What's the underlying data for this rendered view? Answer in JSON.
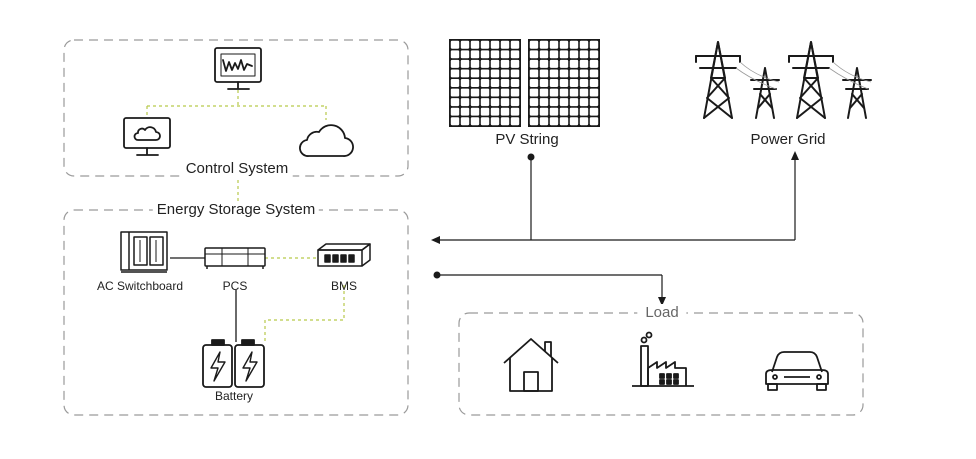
{
  "control_system": {
    "title": "Control System"
  },
  "energy_storage_system": {
    "title": "Energy Storage System",
    "ac_switchboard_label": "AC Switchboard",
    "pcs_label": "PCS",
    "bms_label": "BMS",
    "battery_label": "Battery"
  },
  "pv_string": {
    "label": "PV String"
  },
  "power_grid": {
    "label": "Power Grid"
  },
  "load": {
    "title": "Load"
  },
  "colors": {
    "dashed_border": "#9a9a9a",
    "link_dashed": "#b8c94a",
    "line": "#1a1a1a",
    "background": "#ffffff"
  }
}
